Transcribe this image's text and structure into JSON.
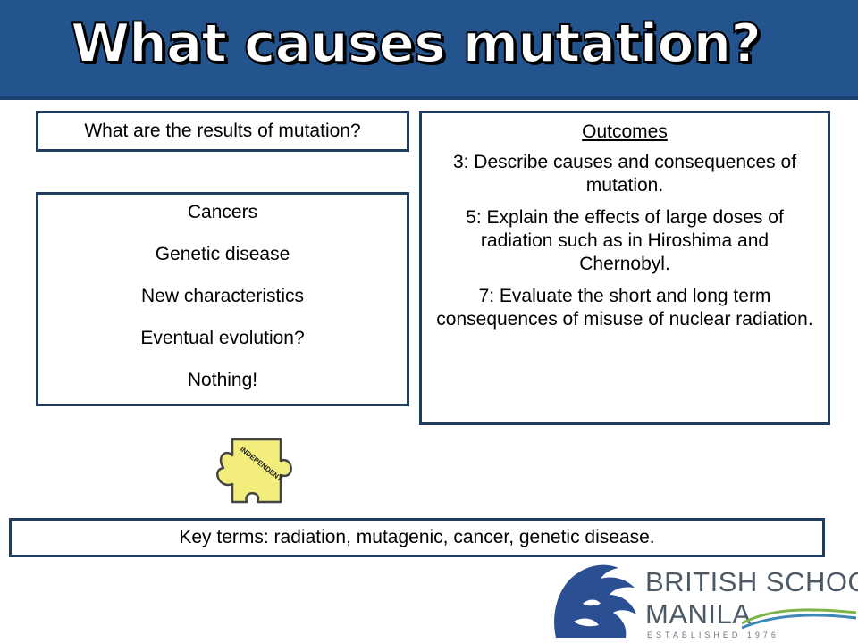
{
  "header": {
    "title": "What causes mutation?"
  },
  "question_box": {
    "text": "What are the results of mutation?"
  },
  "results": {
    "items": [
      "Cancers",
      "Genetic disease",
      "New characteristics",
      "Eventual evolution?",
      "Nothing!"
    ]
  },
  "outcomes": {
    "heading": "Outcomes",
    "items": [
      "3: Describe causes and consequences of mutation.",
      "5: Explain the effects of large doses of radiation such as in Hiroshima and Chernobyl.",
      "7: Evaluate the short and long term consequences of misuse of nuclear radiation."
    ]
  },
  "puzzle": {
    "label": "INDEPENDENT",
    "icon": "puzzle-piece-icon"
  },
  "key_terms": {
    "text": "Key terms: radiation, mutagenic, cancer, genetic disease."
  },
  "logo": {
    "icon": "lion-head-icon",
    "line1": "BRITISH SCHOOL",
    "line2": "MANILA",
    "established": "ESTABLISHED 1976"
  },
  "colors": {
    "title_bar": "#24548d",
    "box_border": "#1f3e5e",
    "puzzle_fill": "#f3ee7c",
    "logo_blue": "#2a4f93"
  }
}
